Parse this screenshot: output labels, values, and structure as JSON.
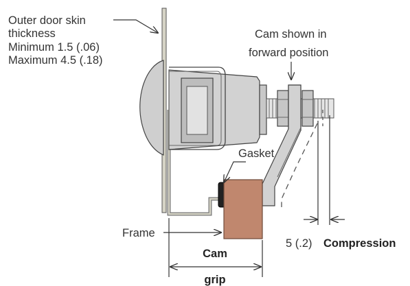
{
  "labels": {
    "outer_skin_line1": "Outer door skin",
    "outer_skin_line2": "thickness",
    "minimum": "Minimum 1.5 (.06)",
    "maximum": "Maximum 4.5 (.18)",
    "cam_line1": "Cam shown in",
    "cam_line2": "forward position",
    "gasket": "Gasket",
    "frame": "Frame",
    "compression_value": "5 (.2)",
    "compression_label": "Compression",
    "cam_grip_line1": "Cam",
    "cam_grip_line2": "grip"
  },
  "colors": {
    "cam": "#c0876e",
    "cam_edge": "#6e4a3a",
    "panel": "#d6d4c6",
    "metal": "#d0d0d0",
    "metal_dark": "#8e8e8e",
    "line": "#333333"
  }
}
